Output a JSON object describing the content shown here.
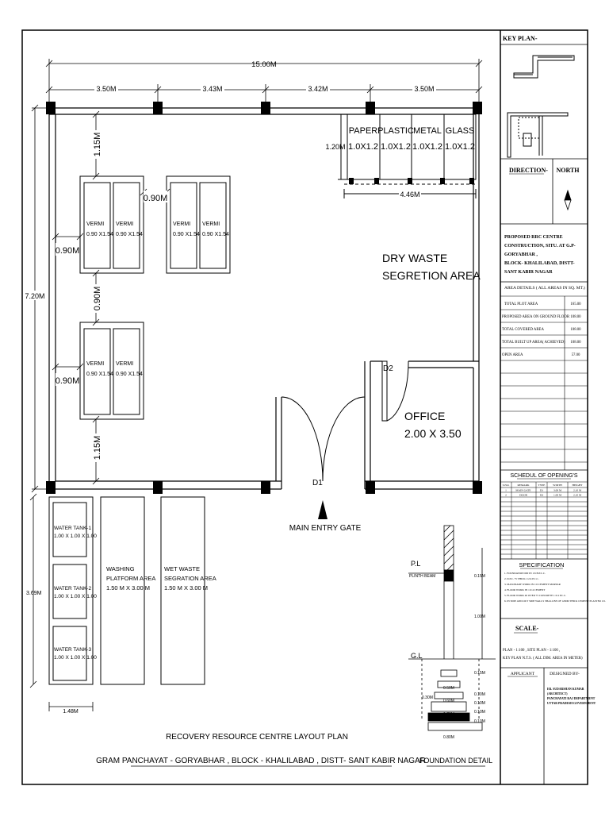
{
  "plan": {
    "overall_width": "15.00M",
    "bay_widths": [
      "3.50M",
      "3.43M",
      "3.42M",
      "3.50M"
    ],
    "overall_depth": "7.20M",
    "dim_115_top": "1.15M",
    "dim_115_bottom": "1.15M",
    "dim_090_a": "0.90M",
    "dim_090_b": "0.90M",
    "dim_090_c": "0.90M",
    "dim_090_d": "0.90M",
    "dim_120": "1.20M",
    "dim_446": "4.46M",
    "dim_369": "3.69M",
    "dim_148": "1.48M",
    "bins": [
      {
        "name": "PAPER",
        "size": "1.0X1.2"
      },
      {
        "name": "PLASTIC",
        "size": "1.0X1.2"
      },
      {
        "name": "METAL",
        "size": "1.0X1.2"
      },
      {
        "name": "GLASS",
        "size": "1.0X1.2"
      }
    ],
    "vermi_label": "VERMI",
    "vermi_size": "0.90 X1.54",
    "dry_waste_1": "DRY WASTE",
    "dry_waste_2": "SEGRETION AREA",
    "office_1": "OFFICE",
    "office_2": "2.00 X 3.50",
    "door_d1": "D1",
    "door_d2": "D2",
    "main_gate": "MAIN ENTRY GATE",
    "tanks": [
      {
        "name": "WATER TANK-1",
        "size": "1.00 X 1.00 X 1.00"
      },
      {
        "name": "WATER TANK-2",
        "size": "1.00 X 1.00 X 1.00"
      },
      {
        "name": "WATER TANK-3",
        "size": "1.00 X 1.00 X 1.00"
      }
    ],
    "washing_1": "WASHING",
    "washing_2": "PLATFORM AREA",
    "washing_3": "1.50 M X 3.00 M",
    "wet_1": "WET WASTE",
    "wet_2": "SEGRATION AREA",
    "wet_3": "1.50 M X 3.00 M",
    "title_1": "RECOVERY RESOURCE CENTRE LAYOUT PLAN",
    "title_2": "GRAM PANCHAYAT - GORYABHAR , BLOCK - KHALILABAD , DISTT- SANT KABIR NAGAR"
  },
  "foundation": {
    "title": "FOUNDATION DETAIL",
    "pl": "P.L",
    "plinth_beam": "PLINTH BEAM",
    "gl": "G.L",
    "dims": [
      "0.15M",
      "1.00M",
      "0.30M",
      "0.15M",
      "0.10M",
      "0.10M",
      "0.10M",
      "0.10M",
      "0.50M",
      "0.60M",
      "0.70M",
      "0.80M"
    ]
  },
  "panel": {
    "key_plan": "KEY PLAN-",
    "direction": "DIRECTION-",
    "north": "NORTH",
    "project": [
      "PROPOSED RRC CENTRE",
      "CONSTRUCTION, SITU. AT G.P-",
      "GORYABHAR ,",
      "BLOCK- KHALILABAD, DISTT-",
      "SANT KABIR NAGAR"
    ],
    "area_header": "AREA DETAILS ( ALL AREAS IN SQ. MT.)",
    "area_rows": [
      {
        "label": "TOTAL PLOT AREA",
        "value": "165.00"
      },
      {
        "label": "PROPOSED AREA ON GROUND FLOOR",
        "value": "108.00"
      },
      {
        "label": "TOTAL COVERED AREA",
        "value": "108.00"
      },
      {
        "label": "TOTAL BUILT UP AREA( ACHIEVED)",
        "value": "108.00"
      },
      {
        "label": "OPEN AREA",
        "value": "57.00"
      }
    ],
    "openings_header": "SCHEDUL OF OPENING'S",
    "openings_cols": [
      "S.NO.",
      "REMARK",
      "TYPE",
      "WIDTH",
      "HEIGHT"
    ],
    "openings_rows": [
      [
        "1",
        "MAIN GATE",
        "D1",
        "3.00 M",
        "2.10 M"
      ],
      [
        "2",
        "DOOR",
        "D2",
        "1.00 M",
        "2.10 M"
      ]
    ],
    "spec_header": "SPECIFICATION",
    "spec_lines": [
      "1. FOUNDATION 600 IN 1:6 B.P.C.C.",
      "2. D.P.C. 75 THICK 1:2:4 P.C.C.",
      "3. MASONARY WORK IN 1:6 CEMENT MORTAR",
      "4. FLOOR WORK IN 1:2:4 CEMENT",
      "5. FLOOR WORK 40 OVER 75 CONCRETE 1:2:4 P.C.C.",
      "6. IN SIDE AND OUT SIDE WALLS SHALL BE OF 12MM THICK CEMENT PLASTER 1:6."
    ],
    "scale_header": "SCALE-",
    "scale_1": "PLAN - 1:100 ,  SITE PLAN - 1:100 ,",
    "scale_2": "KEY PLAN N.T.S. ( ALL DIM. AREA IN METER)",
    "applicant": "APPLICANT",
    "designed_by": "DESIGNED BY-",
    "designer_lines": [
      "ER. SUDARSHAN KUMAR",
      "(ARCHITECT)",
      "PANCHAYATI RAJ DEPARTMENT",
      "UTTAR PRADESH GOVERNMENT"
    ]
  }
}
